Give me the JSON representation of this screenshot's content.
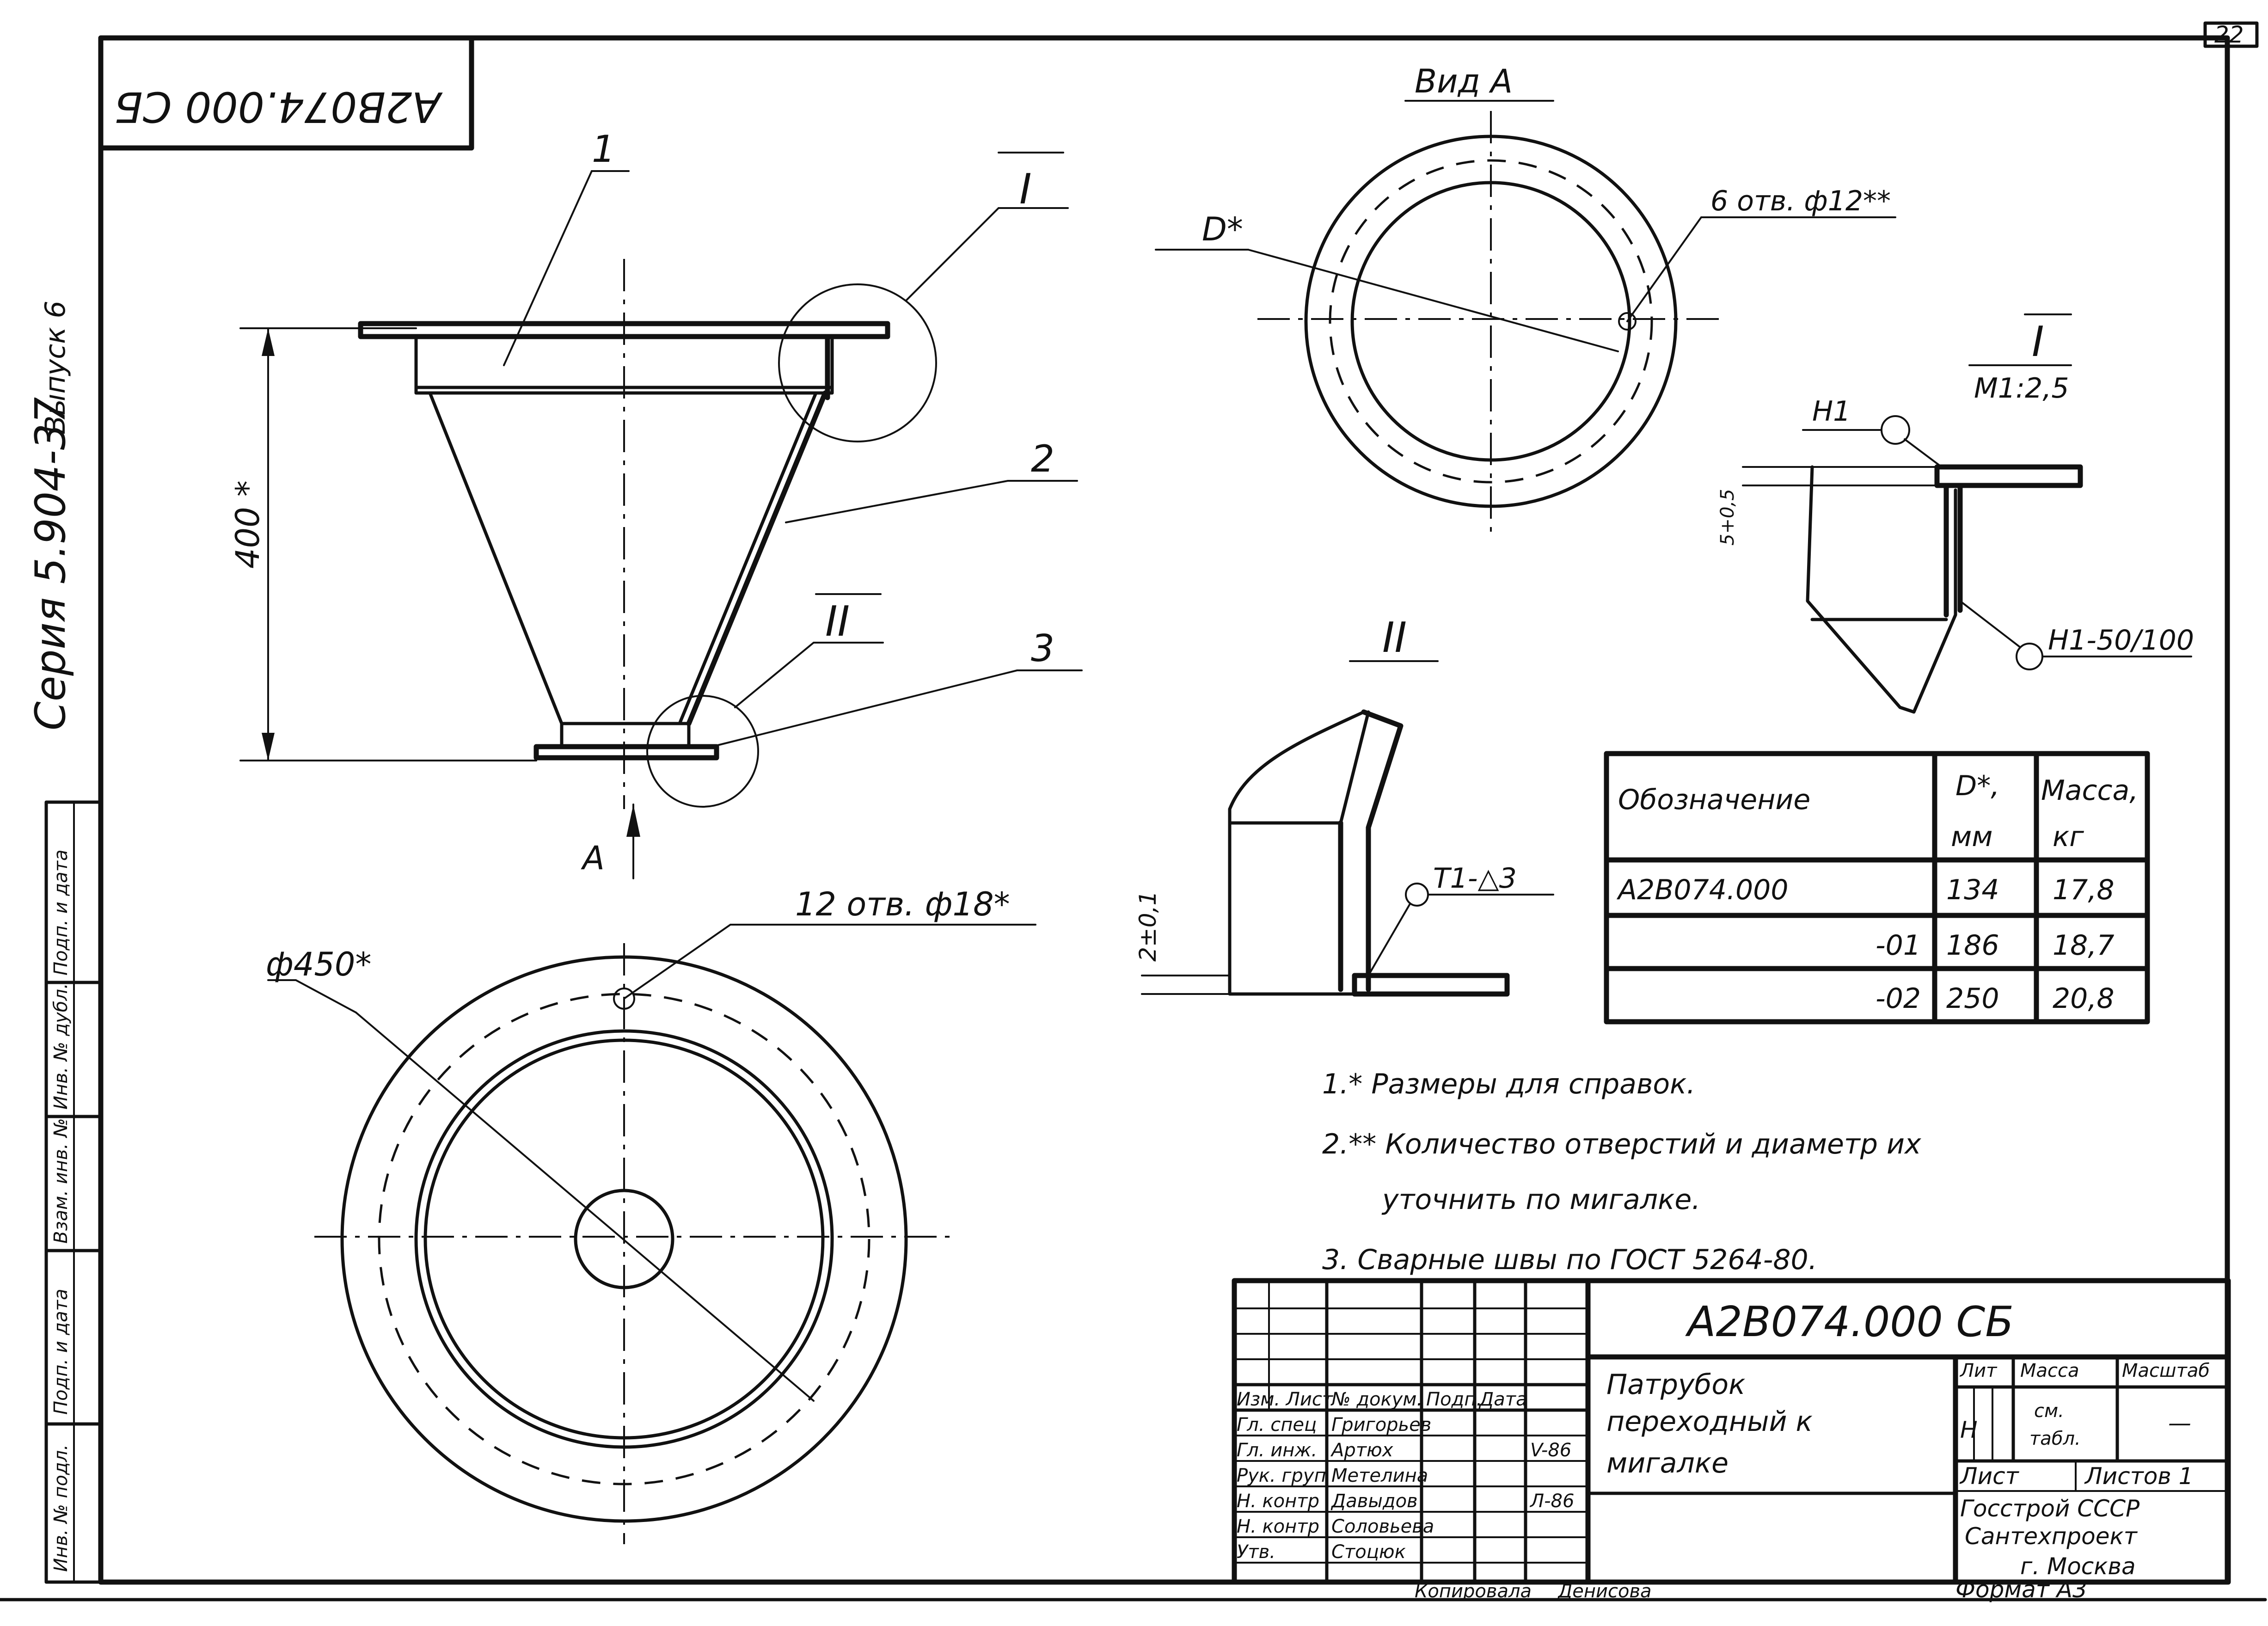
{
  "sheet": {
    "number": "22",
    "stamp_code": "А2В074.000 СБ",
    "series_label": "Серия 5.904-37",
    "issue_label": "Выпуск 6"
  },
  "left_strip": {
    "cells": [
      "Подп. и дата",
      "Инв. № дубл.",
      "Взам. инв. №",
      "Подп. и дата",
      "Инв. № подл."
    ]
  },
  "main_view": {
    "positions": [
      "1",
      "2",
      "3"
    ],
    "detail_refs": [
      "I",
      "II"
    ],
    "height_dim": "400 *",
    "view_arrow": "A"
  },
  "view_a": {
    "title": "Вид А",
    "d_label": "D*",
    "holes_label": "6 отв. ф12**"
  },
  "bottom_view": {
    "dia_label": "ф450*",
    "holes_label": "12 отв. ф18*"
  },
  "detail_1": {
    "title": "I",
    "scale": "М1:2,5",
    "weld_top": "Н1",
    "weld_bottom": "Н1-50/100",
    "dim": "5+0,5"
  },
  "detail_2": {
    "title": "II",
    "weld": "Т1-△3",
    "dim": "2±0,1"
  },
  "spec_table": {
    "headers": [
      "Обозначение",
      "D*,",
      "Масса,"
    ],
    "units": [
      "мм",
      "кг"
    ],
    "rows": [
      {
        "code": "А2В074.000",
        "d": "134",
        "mass": "17,8"
      },
      {
        "code": "-01",
        "d": "186",
        "mass": "18,7"
      },
      {
        "code": "-02",
        "d": "250",
        "mass": "20,8"
      }
    ]
  },
  "notes": [
    "1.* Размеры для справок.",
    "2.** Количество отверстий и диаметр их",
    "уточнить по мигалке.",
    "3. Сварные швы по ГОСТ 5264-80."
  ],
  "title_block": {
    "code": "А2В074.000 СБ",
    "name_lines": [
      "Патрубок",
      "переходный к",
      "мигалке"
    ],
    "lit_header": "Лит",
    "mass_header": "Масса",
    "scale_header": "Масштаб",
    "lit_value": "Н",
    "mass_value_lines": [
      "см.",
      "табл."
    ],
    "scale_value": "—",
    "sheet_label": "Лист",
    "sheets_label": "Листов 1",
    "org_lines": [
      "Госстрой СССР",
      "Сантехпроект",
      "г. Москва"
    ],
    "format": "Формат А3",
    "rows": [
      {
        "role": "Изм. Лист",
        "name": "№ докум.",
        "sign": "Подп.",
        "date": "Дата"
      },
      {
        "role": "Гл. спец",
        "name": "Григорьев",
        "sign": "",
        "date": ""
      },
      {
        "role": "Гл. инж.",
        "name": "Артюх",
        "sign": "",
        "date": "V-86"
      },
      {
        "role": "Рук. груп",
        "name": "Метелина",
        "sign": "",
        "date": ""
      },
      {
        "role": "Н. контр",
        "name": "Давыдов",
        "sign": "",
        "date": "Л-86"
      },
      {
        "role": "Н. контр",
        "name": "Соловьева",
        "sign": "",
        "date": ""
      },
      {
        "role": "Утв.",
        "name": "Стоцюк",
        "sign": "",
        "date": ""
      }
    ],
    "copied_by": "Копировала",
    "copier_name": "Денисова"
  }
}
